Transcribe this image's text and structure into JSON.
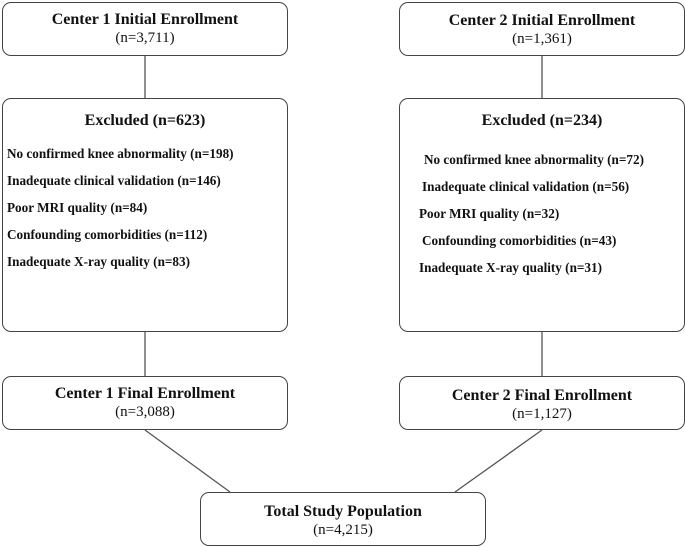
{
  "center1": {
    "initial": {
      "title": "Center 1 Initial Enrollment",
      "count": "(n=3,711)"
    },
    "excluded": {
      "title": "Excluded (n=623)",
      "reasons": [
        "No confirmed knee abnormality (n=198)",
        "Inadequate clinical validation (n=146)",
        "Poor MRI quality (n=84)",
        "Confounding comorbidities (n=112)",
        "Inadequate X-ray quality (n=83)"
      ]
    },
    "final": {
      "title": "Center 1 Final Enrollment",
      "count": "(n=3,088)"
    }
  },
  "center2": {
    "initial": {
      "title": "Center 2 Initial Enrollment",
      "count": "(n=1,361)"
    },
    "excluded": {
      "title": "Excluded (n=234)",
      "reasons": [
        "No confirmed knee abnormality (n=72)",
        "Inadequate clinical validation (n=56)",
        "Poor MRI quality (n=32)",
        "Confounding comorbidities (n=43)",
        "Inadequate X-ray quality (n=31)"
      ]
    },
    "final": {
      "title": "Center 2 Final Enrollment",
      "count": "(n=1,127)"
    }
  },
  "total": {
    "title": "Total Study Population",
    "count": "(n=4,215)"
  },
  "colors": {
    "border": "#444444",
    "connector": "#555555",
    "text": "#111111"
  }
}
